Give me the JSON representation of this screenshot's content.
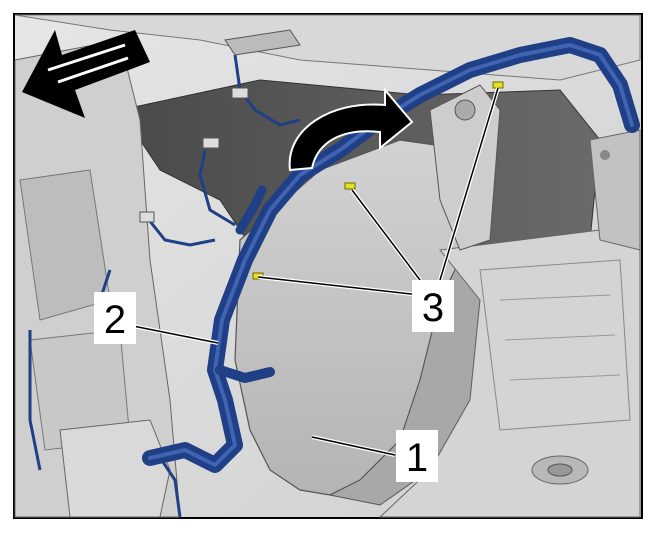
{
  "figure": {
    "callouts": [
      {
        "id": "1",
        "label": "1"
      },
      {
        "id": "2",
        "label": "2"
      },
      {
        "id": "3",
        "label": "3"
      }
    ],
    "colors": {
      "harness": "#1f3f86",
      "harness_highlight": "#4f74c4",
      "panel_light": "#dcdcdc",
      "panel_mid": "#c6c6c6",
      "panel_dark": "#5a5a5a",
      "clip_yellow": "#e8e020",
      "arrow": "#000000"
    },
    "icons": [
      "direction-arrow-icon",
      "rotation-arrow-icon"
    ]
  }
}
